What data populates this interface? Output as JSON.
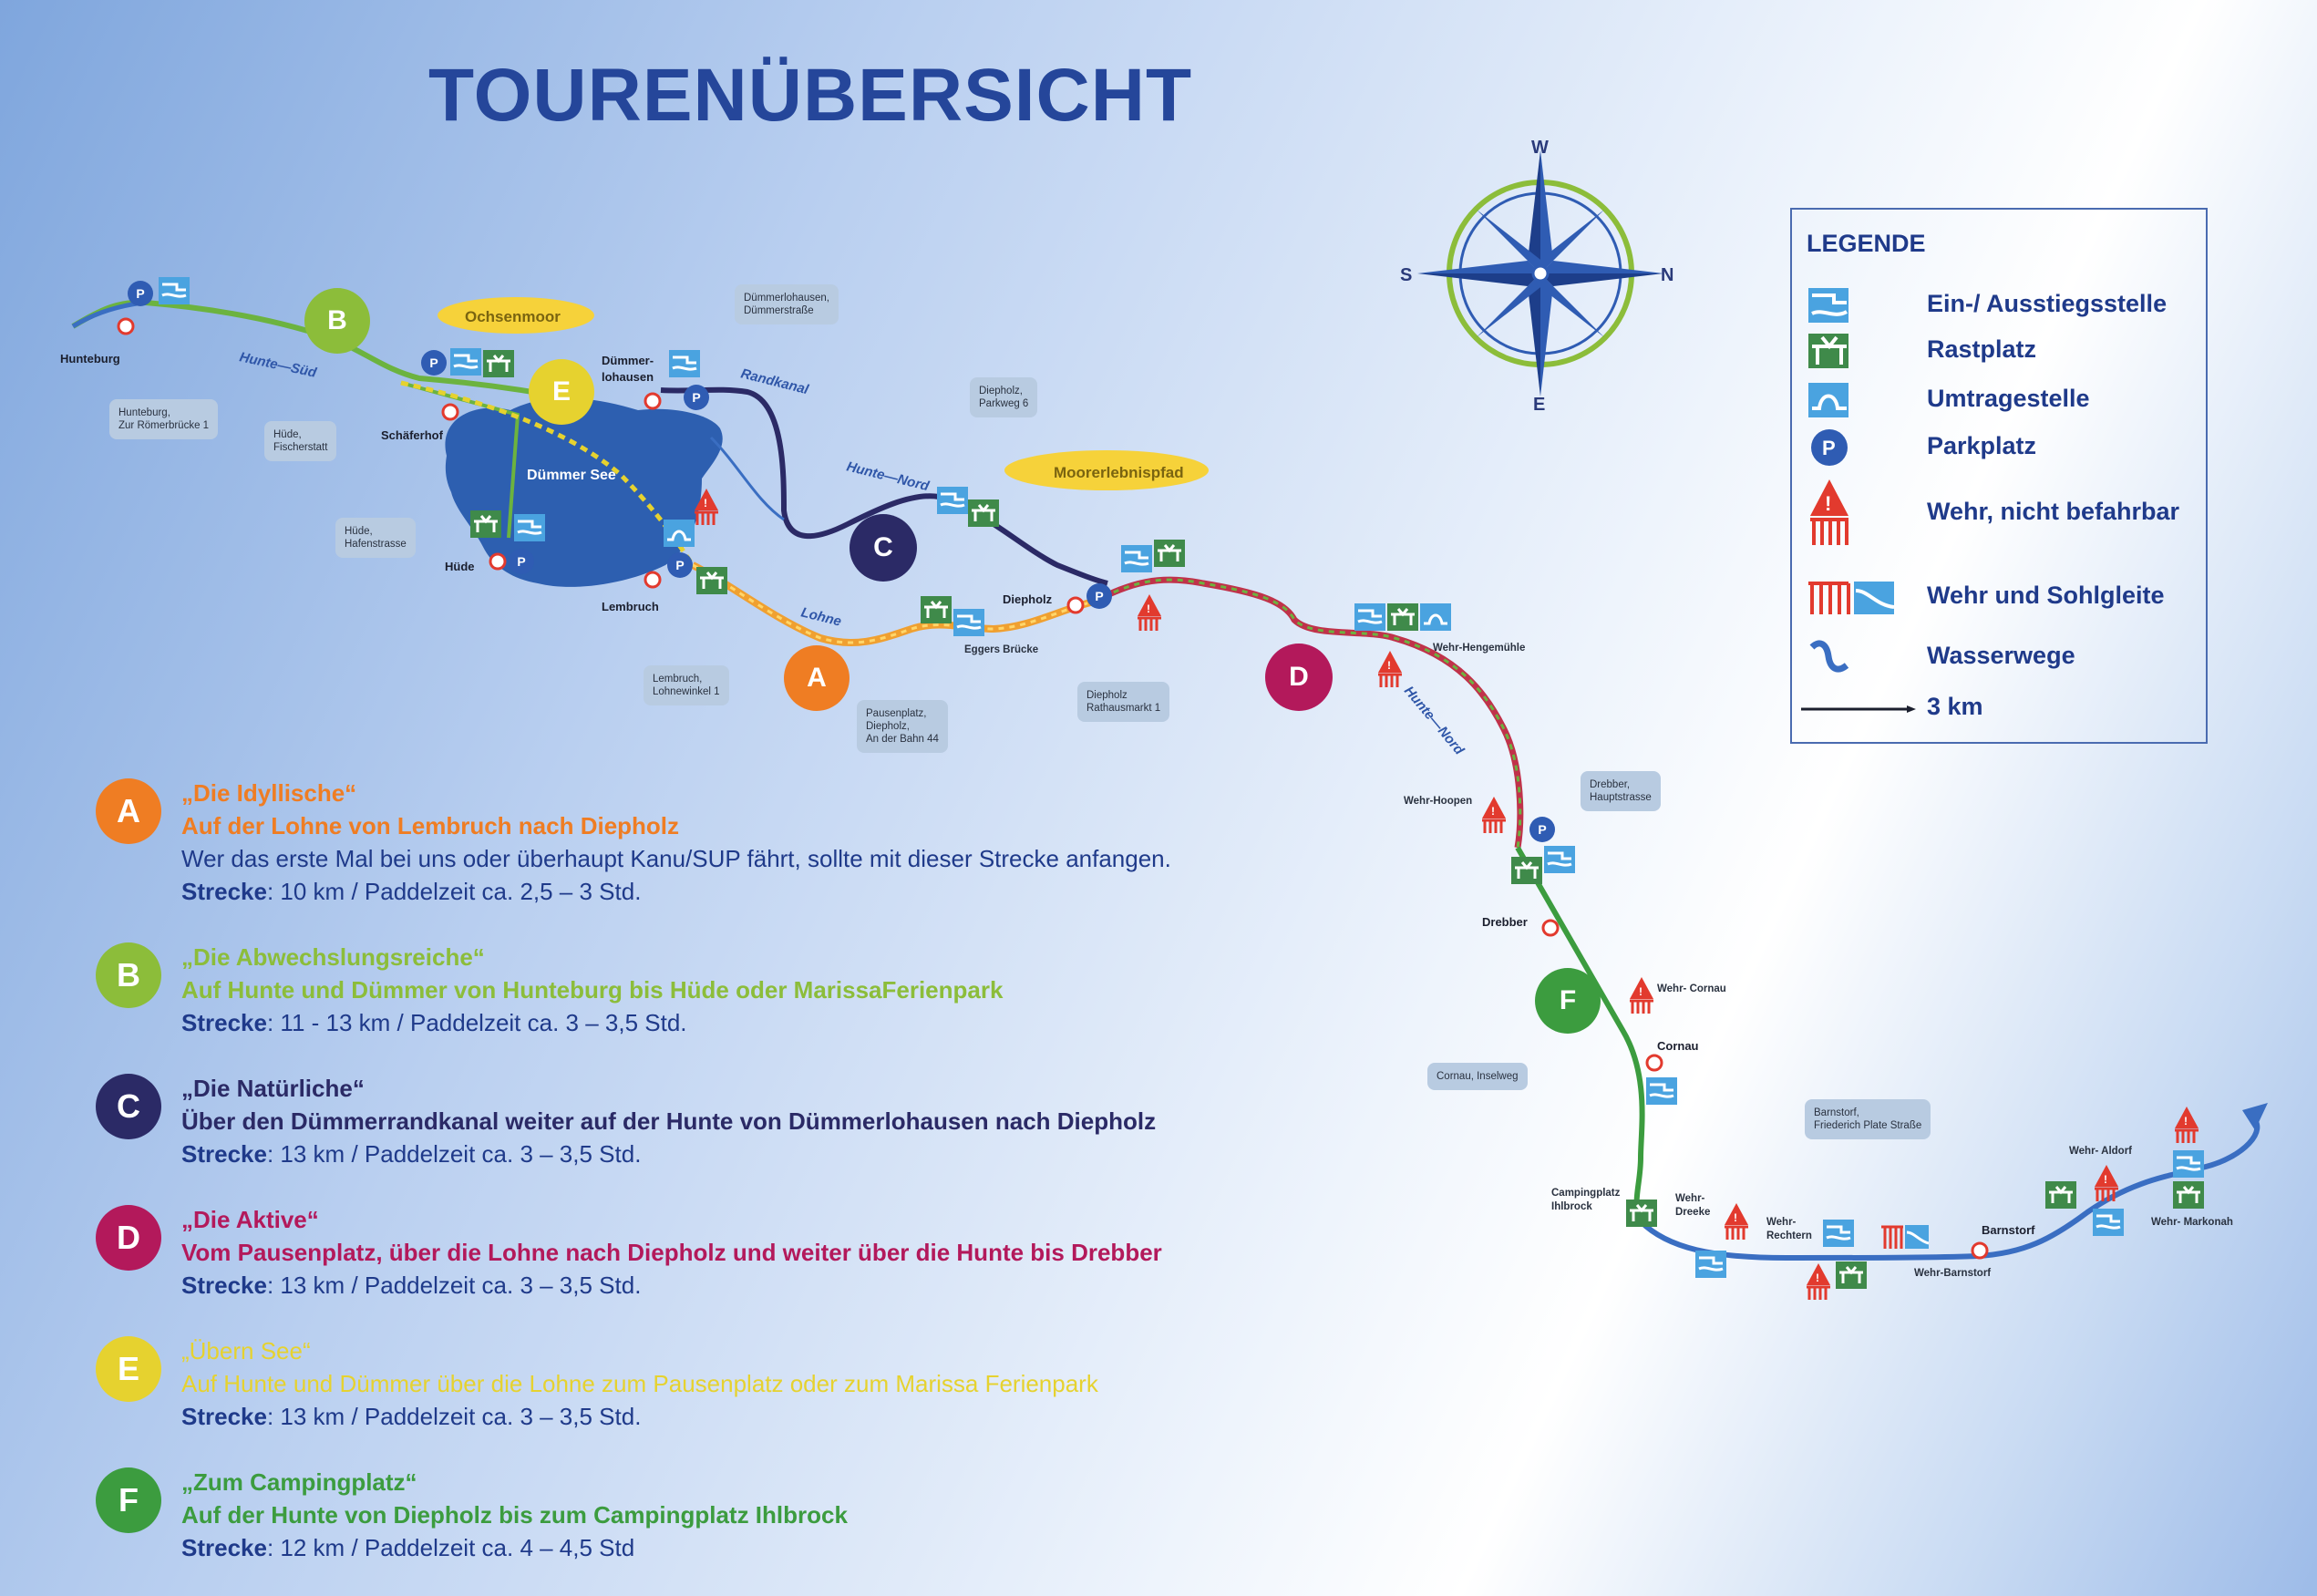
{
  "title": "TOURENÜBERSICHT",
  "compass": {
    "north": "N",
    "south": "S",
    "west": "W",
    "east": "E"
  },
  "legend": {
    "title": "LEGENDE",
    "items": [
      {
        "icon": "entry-exit-icon",
        "label": "Ein-/ Ausstiegsstelle"
      },
      {
        "icon": "rest-area-icon",
        "label": "Rastplatz"
      },
      {
        "icon": "portage-icon",
        "label": "Umtragestelle"
      },
      {
        "icon": "parking-icon",
        "label": "Parkplatz"
      },
      {
        "icon": "weir-impassable-icon",
        "label": "Wehr, nicht befahrbar"
      },
      {
        "icon": "weir-ramp-icon",
        "label": "Wehr und Sohlgleite"
      },
      {
        "icon": "waterway-icon",
        "label": "Wasserwege"
      },
      {
        "icon": "scale-bar-icon",
        "label": "3 km"
      }
    ]
  },
  "map": {
    "lake": "Dümmer See",
    "places": {
      "hunteburg": "Hunteburg",
      "schaeferhof": "Schäferhof",
      "duemmerlohausen": "Dümmer-\nlohausen",
      "huede": "Hüde",
      "lembruch": "Lembruch",
      "diepholz": "Diepholz",
      "eggers": "Eggers Brücke",
      "drebber": "Drebber",
      "cornau": "Cornau",
      "camping": "Campingplatz\nIhlbrock",
      "barnstorf": "Barnstorf",
      "wehr_barnstorf": "Wehr-Barnstorf",
      "wehr_hengemuehle": "Wehr-Hengemühle",
      "wehr_hoopen": "Wehr-Hoopen",
      "wehr_cornau": "Wehr- Cornau",
      "wehr_dreeke": "Wehr-\nDreeke",
      "wehr_rechtern": "Wehr-\nRechtern",
      "wehr_aldorf": "Wehr- Aldorf",
      "wehr_markonah": "Wehr- Markonah"
    },
    "rivers": {
      "hunte_sued": "Hunte—Süd",
      "randkanal": "Randkanal",
      "hunte_nord_1": "Hunte—Nord",
      "hunte_nord_2": "Hunte—Nord",
      "lohne": "Lohne"
    },
    "bubbles": {
      "ochsenmoor": "Ochsenmoor",
      "moorerlebnispfad": "Moorerlebnispfad"
    },
    "callouts": {
      "hunteburg": "Hunteburg,\nZur Römerbrücke 1",
      "huede_fischerstatt": "Hüde,\nFischerstatt",
      "duemmerlohausen": "Dümmerlohausen,\nDümmerstraße",
      "huede_hafen": "Hüde,\nHafenstrasse",
      "lembruch": "Lembruch,\nLohnewinkel 1",
      "diepholz_parkweg": "Diepholz,\nParkweg 6",
      "pausenplatz": "Pausenplatz,\nDiepholz,\nAn der Bahn 44",
      "diepholz_rathaus": "Diepholz\nRathausmarkt 1",
      "drebber": "Drebber,\nHauptstrasse",
      "cornau": "Cornau, Inselweg",
      "barnstorf": "Barnstorf,\nFriederich Plate Straße"
    },
    "route_markers": {
      "A": "A",
      "B": "B",
      "C": "C",
      "D": "D",
      "E": "E",
      "F": "F"
    },
    "parking_letter": "P"
  },
  "tours": [
    {
      "letter": "A",
      "color": "#ef7d23",
      "name": "„Die Idyllische“",
      "route": "Auf der Lohne von Lembruch nach Diepholz",
      "description": "Wer das erste Mal bei uns oder überhaupt Kanu/SUP fährt, sollte mit dieser Strecke anfangen.",
      "distance_label": "Strecke",
      "distance": ": 10 km / Paddelzeit ca. 2,5 – 3 Std."
    },
    {
      "letter": "B",
      "color": "#8cbd3a",
      "name": "„Die Abwechslungsreiche“",
      "route": "Auf Hunte und Dümmer von Hunteburg bis Hüde oder MarissaFerienpark",
      "description": "",
      "distance_label": "Strecke",
      "distance": ": 11 - 13 km / Paddelzeit ca. 3 – 3,5 Std."
    },
    {
      "letter": "C",
      "color": "#2b2a66",
      "name": "„Die Natürliche“",
      "route": "Über den Dümmerrandkanal weiter auf der Hunte von Dümmerlohausen nach Diepholz",
      "description": "",
      "distance_label": "Strecke",
      "distance": ": 13 km / Paddelzeit ca. 3 – 3,5 Std."
    },
    {
      "letter": "D",
      "color": "#b3195b",
      "name": "„Die Aktive“",
      "route": "Vom Pausenplatz, über die Lohne nach Diepholz und weiter über die Hunte bis Drebber",
      "description": "",
      "distance_label": "Strecke",
      "distance": ": 13 km / Paddelzeit ca. 3 – 3,5 Std."
    },
    {
      "letter": "E",
      "color": "#e6d22f",
      "name": "„Übern See“",
      "route": "Auf Hunte und Dümmer über die Lohne zum Pausenplatz oder zum Marissa Ferienpark",
      "description": "",
      "distance_label": "Strecke",
      "distance": ": 13 km / Paddelzeit ca. 3 – 3,5 Std."
    },
    {
      "letter": "F",
      "color": "#3c9c3f",
      "name": "„Zum Campingplatz“",
      "route": "Auf der Hunte von Diepholz bis zum Campingplatz Ihlbrock",
      "description": "",
      "distance_label": "Strecke",
      "distance": ": 12 km / Paddelzeit ca. 4 – 4,5 Std"
    }
  ],
  "colors": {
    "title": "#25469a",
    "legend_text": "#1f3a8a",
    "river_blue": "#3a6ec2",
    "route_green": "#6cb33f",
    "route_navy": "#2b2a66",
    "route_red": "#c0324a",
    "route_orange": "#f0a030",
    "weir_red": "#e23a2e",
    "parking_blue": "#2f5cb3",
    "icon_blue": "#4aa3e0",
    "icon_green": "#3f8a4a",
    "lake_blue": "#2d5fb0"
  }
}
